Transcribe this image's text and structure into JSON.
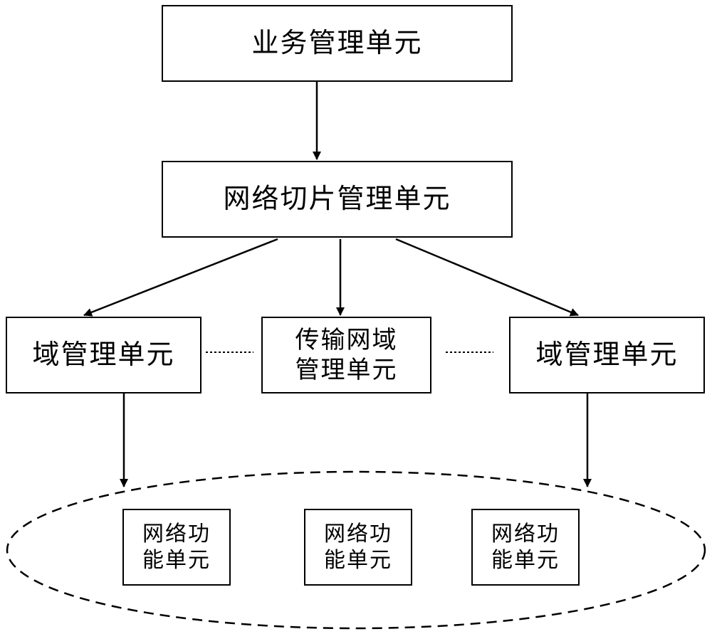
{
  "nodes": {
    "service_management": {
      "label": "业务管理单元"
    },
    "network_slice_management": {
      "label": "网络切片管理单元"
    },
    "domain_management_left": {
      "label": "域管理单元"
    },
    "transport_domain_management": {
      "line1": "传输网域",
      "line2": "管理单元"
    },
    "domain_management_right": {
      "label": "域管理单元"
    },
    "network_function_units": [
      {
        "line1": "网络功",
        "line2": "能单元"
      },
      {
        "line1": "网络功",
        "line2": "能单元"
      },
      {
        "line1": "网络功",
        "line2": "能单元"
      }
    ]
  },
  "colors": {
    "stroke": "#000000",
    "background": "#ffffff"
  }
}
